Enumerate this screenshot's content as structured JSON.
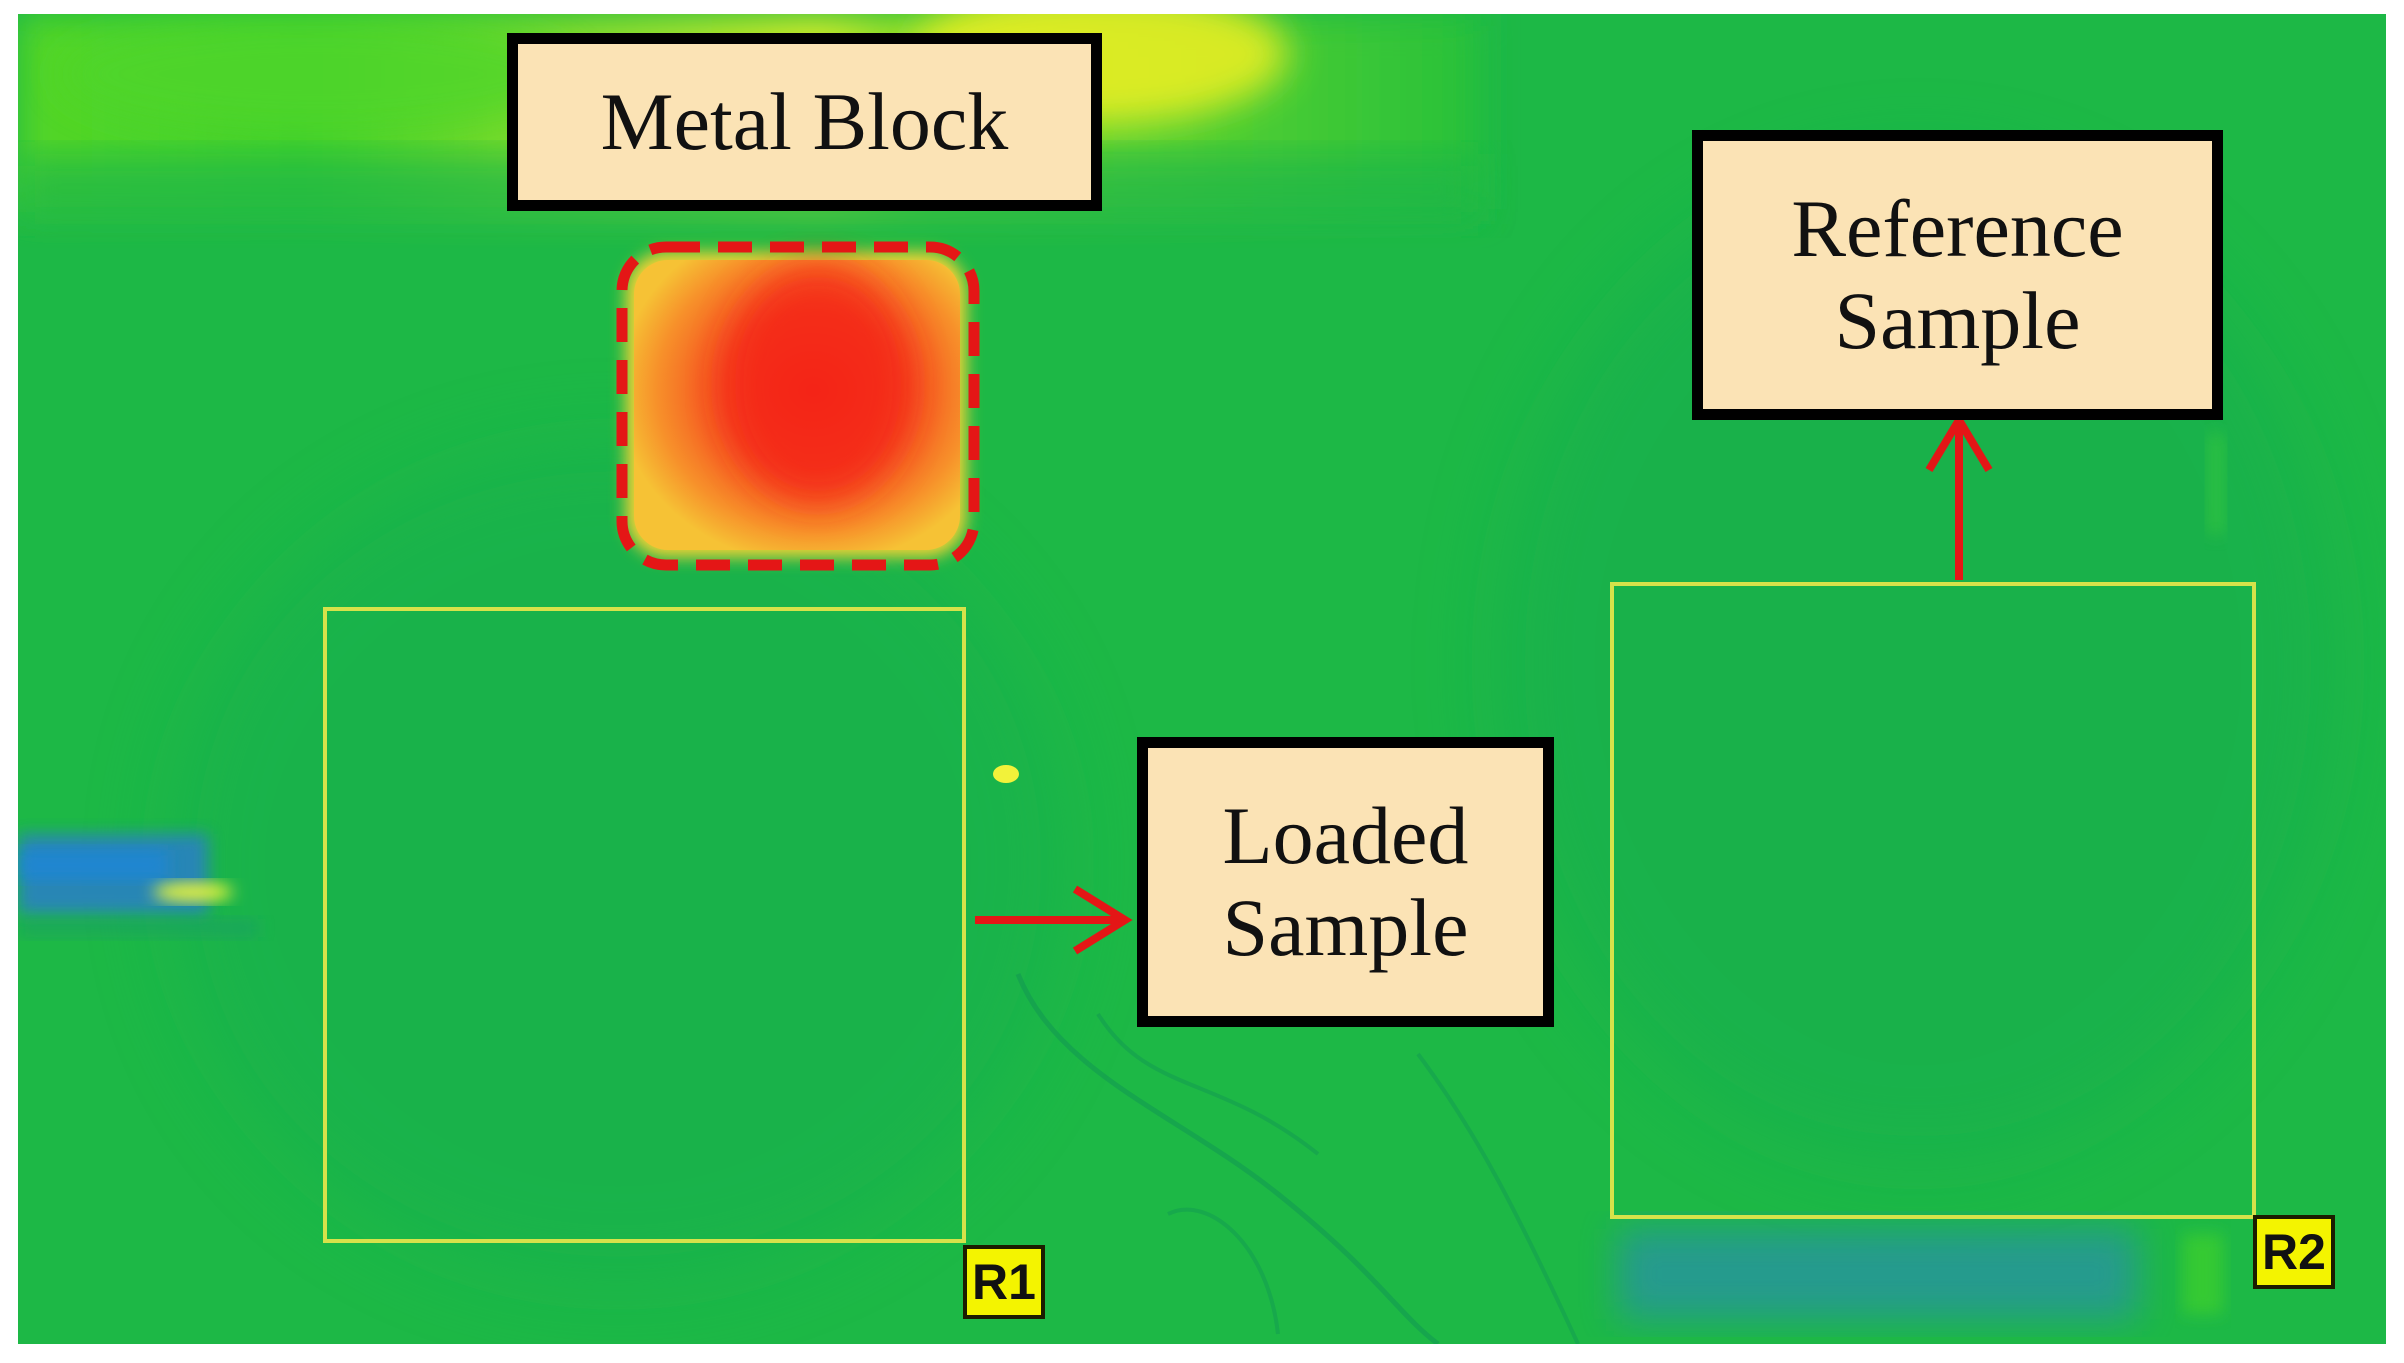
{
  "labels": {
    "metal_block": "Metal Block",
    "loaded_sample": "Loaded\nSample",
    "reference_sample": "Reference\nSample"
  },
  "roi_tags": {
    "r1": "R1",
    "r2": "R2"
  },
  "colors": {
    "background_green": "#19b347",
    "label_fill": "#fbe3b5",
    "roi_outline": "#d6e24a",
    "roi_tag_fill": "#f4f400",
    "arrow_red": "#e41616",
    "hot_spot": "#f43a1e"
  }
}
